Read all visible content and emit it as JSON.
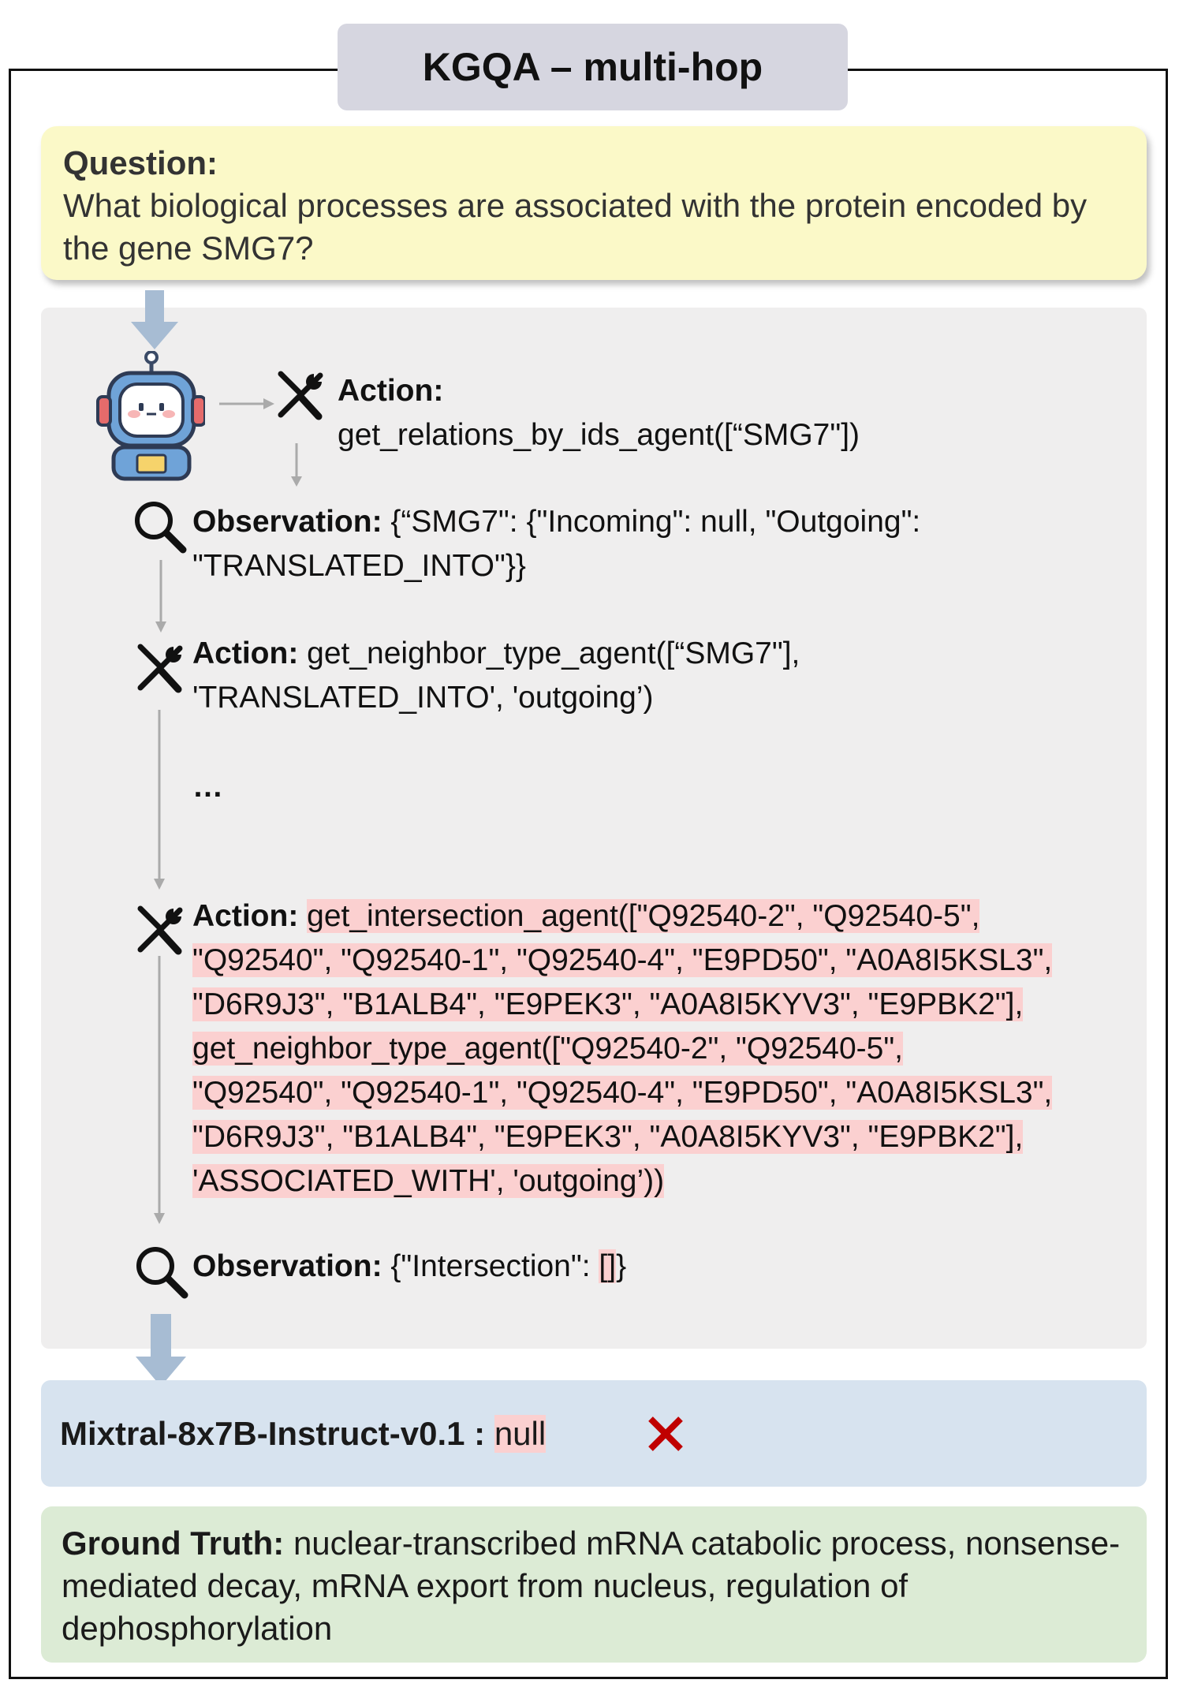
{
  "title": "KGQA – multi-hop",
  "question": {
    "label": "Question:",
    "text": "What biological processes are associated with the protein encoded by the gene SMG7?"
  },
  "steps": {
    "action1": {
      "label": "Action:",
      "text": "get_relations_by_ids_agent([“SMG7\"])"
    },
    "obs1": {
      "label": "Observation:",
      "line1": " {“SMG7\": {\"Incoming\": null, \"Outgoing\":",
      "line2": "\"TRANSLATED_INTO\"}}"
    },
    "action2": {
      "label": "Action:",
      "line1": " get_neighbor_type_agent([“SMG7\"],",
      "line2": "'TRANSLATED_INTO', 'outgoing’)"
    },
    "ellipsis": "…",
    "action3": {
      "label": "Action:",
      "line1": "get_intersection_agent([\"Q92540-2\", \"Q92540-5\",",
      "line2": "\"Q92540\", \"Q92540-1\", \"Q92540-4\", \"E9PD50\", \"A0A8I5KSL3\",",
      "line3": "\"D6R9J3\", \"B1ALB4\", \"E9PEK3\", \"A0A8I5KYV3\", \"E9PBK2\"],",
      "line4": "get_neighbor_type_agent([\"Q92540-2\", \"Q92540-5\",",
      "line5": "\"Q92540\", \"Q92540-1\", \"Q92540-4\", \"E9PD50\", \"A0A8I5KSL3\",",
      "line6": "\"D6R9J3\", \"B1ALB4\", \"E9PEK3\", \"A0A8I5KYV3\", \"E9PBK2\"],",
      "line7": "'ASSOCIATED_WITH', 'outgoing’))"
    },
    "obs2": {
      "label": "Observation:",
      "prefix": " {\"Intersection\": ",
      "value": "[]",
      "suffix": "}"
    }
  },
  "prediction": {
    "model": "Mixtral-8x7B-Instruct-v0.1",
    "separator": " : ",
    "answer": "null",
    "status_icon": "cross-icon",
    "status_color": "#c00000"
  },
  "ground_truth": {
    "label": "Ground Truth:",
    "text": " nuclear-transcribed mRNA catabolic process, nonsense-mediated decay, mRNA export from nucleus, regulation of dephosphorylation"
  },
  "colors": {
    "highlight": "#fbd0d0",
    "question_bg": "#fbf9c8",
    "panel_bg": "#efeeee",
    "prediction_bg": "#d7e3ef",
    "ground_truth_bg": "#dcebd5",
    "arrow": "#a7bcd3"
  }
}
